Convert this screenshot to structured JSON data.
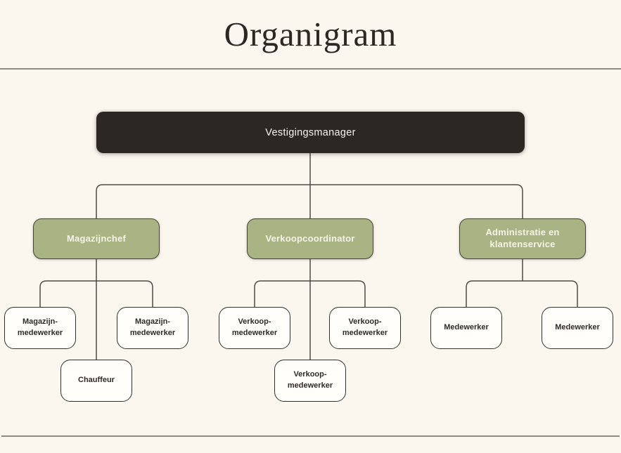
{
  "title": "Organigram",
  "colors": {
    "background": "#FBF7EE",
    "title_text": "#2C2822",
    "divider": "#8E8982",
    "root_box": "#2B2824",
    "root_text": "#F6F3EB",
    "manager_box": "#A9B383",
    "manager_border": "#45443A",
    "manager_text": "#F5F2E8",
    "employee_box": "#FFFEFB",
    "employee_border": "#343129",
    "employee_text": "#2E2B27",
    "connector_line": "#4F4B45"
  },
  "org_chart": {
    "root": {
      "label": "Vestigingsmanager",
      "children": [
        {
          "label": "Magazijnchef",
          "children": [
            {
              "label": "Magazijn-medewerker"
            },
            {
              "label": "Magazijn-medewerker"
            },
            {
              "label": "Chauffeur"
            }
          ]
        },
        {
          "label": "Verkoopcoordinator",
          "children": [
            {
              "label": "Verkoop-medewerker"
            },
            {
              "label": "Verkoop-medewerker"
            },
            {
              "label": "Verkoop-medewerker"
            }
          ]
        },
        {
          "label": "Administratie en klantenservice",
          "children": [
            {
              "label": "Medewerker"
            },
            {
              "label": "Medewerker"
            }
          ]
        }
      ]
    }
  }
}
